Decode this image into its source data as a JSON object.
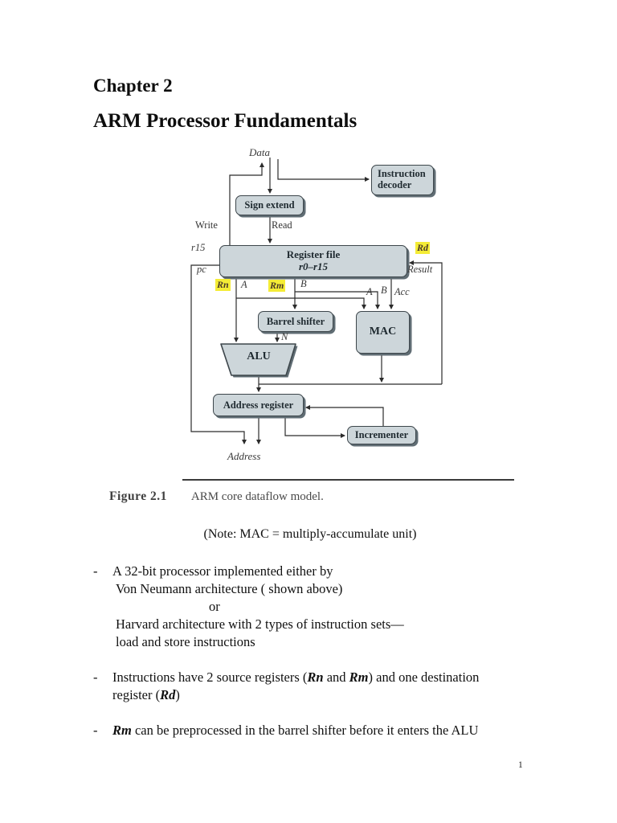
{
  "page": {
    "number": "1"
  },
  "header": {
    "chapter": "Chapter 2",
    "title": "ARM Processor Fundamentals"
  },
  "figure": {
    "caption_label": "Figure 2.1",
    "caption_text": "ARM core dataflow model.",
    "note": "(Note: MAC = multiply-accumulate unit)"
  },
  "diagram": {
    "boxes": {
      "instruction_decoder_line1": "Instruction",
      "instruction_decoder_line2": "decoder",
      "sign_extend": "Sign extend",
      "register_file_line1": "Register file",
      "register_file_line2": "r0–r15",
      "barrel_shifter": "Barrel shifter",
      "mac": "MAC",
      "alu": "ALU",
      "address_register": "Address register",
      "incrementer": "Incrementer"
    },
    "labels": {
      "data": "Data",
      "write": "Write",
      "read": "Read",
      "r15": "r15",
      "pc": "pc",
      "rd": "Rd",
      "result": "Result",
      "rn": "Rn",
      "port_a": "A",
      "rm": "Rm",
      "port_b": "B",
      "mac_a": "A",
      "mac_b": "B",
      "mac_acc": "Acc",
      "n": "N",
      "address": "Address"
    },
    "colors": {
      "box_fill": "#cdd6da",
      "box_border": "#3d464b",
      "box_shadow": "#606d74",
      "highlight": "#f4ec36",
      "line": "#2b2b2b"
    }
  },
  "body": {
    "bullet_marker": "-",
    "bullet1": {
      "line1": "A 32-bit processor implemented either by",
      "line2": "Von Neumann architecture ( shown above)",
      "line3": "or",
      "line4": "Harvard architecture with 2 types of instruction sets—",
      "line5": "load and store instructions"
    },
    "bullet2": {
      "part1": "Instructions have 2 source registers (",
      "rn": "Rn",
      "part2": " and ",
      "rm": "Rm",
      "part3": ") and one destination",
      "line2_part1": "register (",
      "rd": "Rd",
      "line2_part2": ")"
    },
    "bullet3": {
      "rm": "Rm",
      "part1": " can be preprocessed in the barrel shifter before it enters the ALU"
    }
  }
}
